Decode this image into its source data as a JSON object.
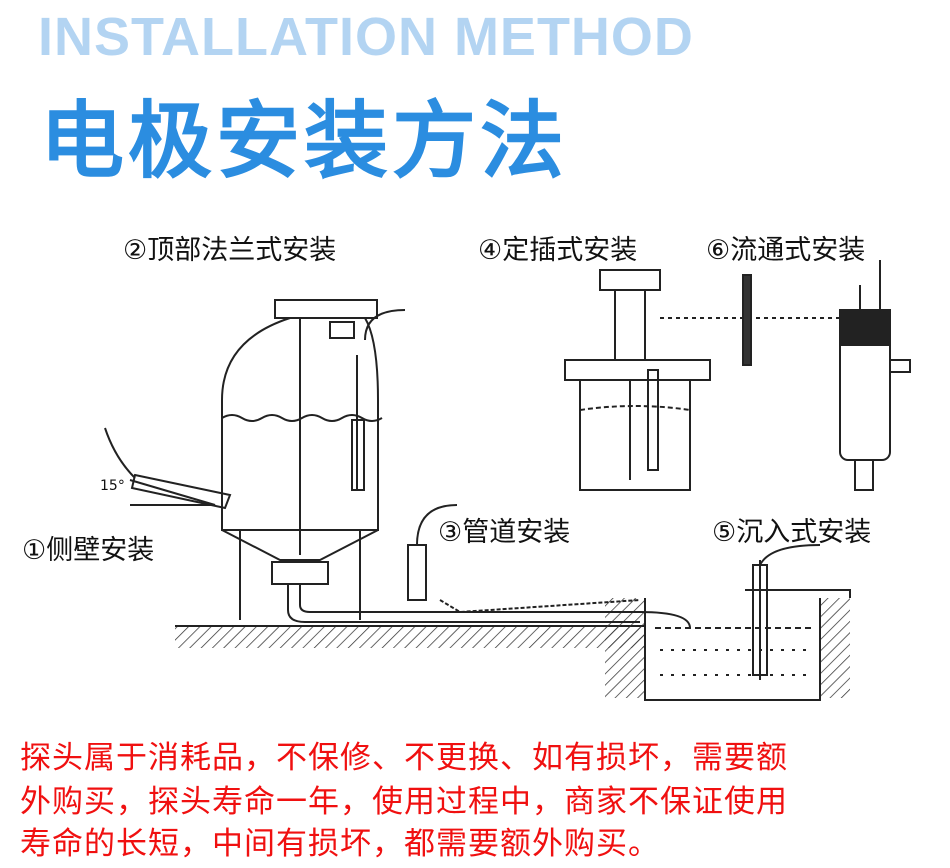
{
  "header": {
    "title_en": "INSTALLATION METHOD",
    "title_cn": "电极安装方法"
  },
  "diagram": {
    "labels": {
      "side_wall": "①侧壁安装",
      "top_flange": "②顶部法兰式安装",
      "pipeline": "③管道安装",
      "insertion": "④定插式安装",
      "submersion": "⑤沉入式安装",
      "flow_through": "⑥流通式安装",
      "angle": "15°"
    }
  },
  "notice": {
    "lines": [
      "探头属于消耗品，不保修、不更换、如有损坏，需要额",
      "外购买，探头寿命一年，使用过程中，商家不保证使用",
      "寿命的长短，中间有损坏，都需要额外购买。"
    ],
    "color": "#f01010"
  }
}
